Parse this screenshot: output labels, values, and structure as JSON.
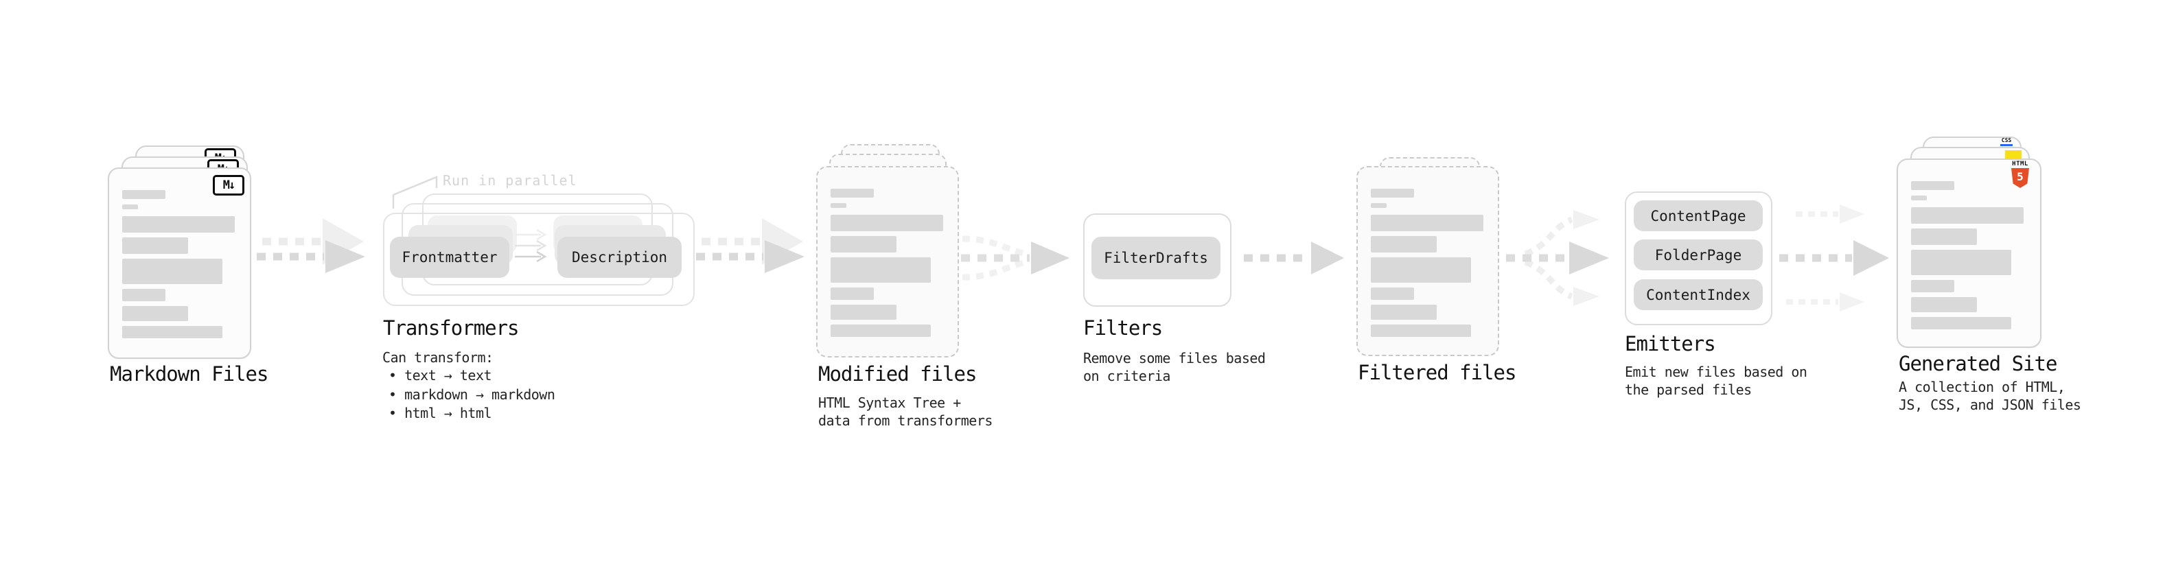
{
  "palette": {
    "html5_orange": "#e44d26",
    "js_yellow": "#fadf18",
    "css_blue": "#2965f1",
    "pill_gray": "#dcdcdc",
    "arrow_gray": "#d9d9d9",
    "skeleton_bar_gray": "#d9d9d9"
  },
  "stages": {
    "markdown_files": {
      "title": "Markdown Files",
      "badge_label": "M↓"
    },
    "transformers": {
      "title": "Transformers",
      "annotation": "Run in parallel",
      "pill_left": "Frontmatter",
      "pill_right": "Description",
      "list_heading": "Can transform:",
      "bullets": [
        "• text → text",
        "• markdown → markdown",
        "• html → html"
      ]
    },
    "modified_files": {
      "title": "Modified files",
      "subtitle": "HTML Syntax Tree +\ndata from transformers"
    },
    "filters": {
      "title": "Filters",
      "pill": "FilterDrafts",
      "subtitle": "Remove some files based\non criteria"
    },
    "filtered_files": {
      "title": "Filtered files"
    },
    "emitters": {
      "title": "Emitters",
      "pills": [
        "ContentPage",
        "FolderPage",
        "ContentIndex"
      ],
      "subtitle": "Emit new files based on\nthe parsed files"
    },
    "generated_site": {
      "title": "Generated Site",
      "subtitle": "A collection of HTML,\nJS, CSS, and JSON files",
      "html_badge_label": "HTML",
      "html_badge_number": "5",
      "css_badge_label": "CSS"
    }
  }
}
